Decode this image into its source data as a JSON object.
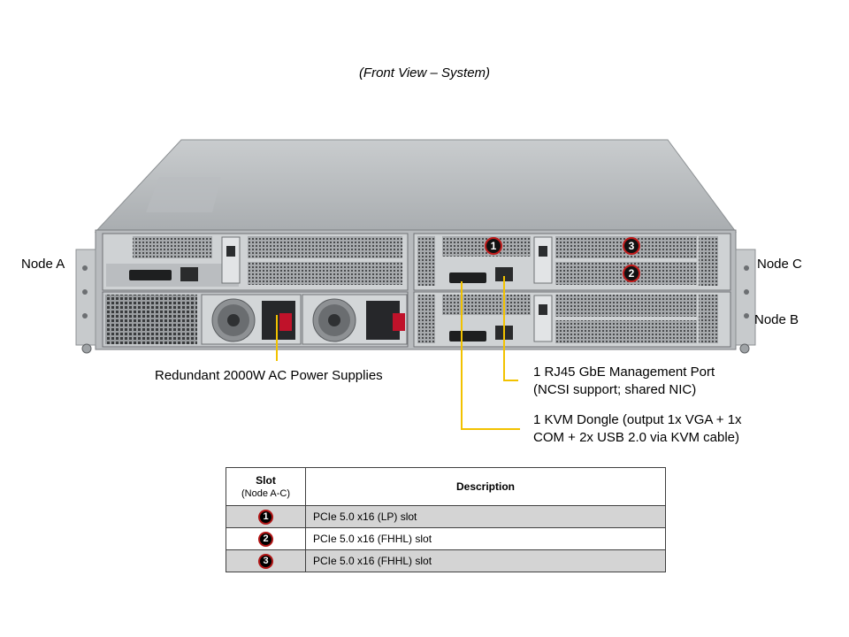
{
  "caption": "(Front View – System)",
  "nodes": {
    "a": "Node A",
    "b": "Node B",
    "c": "Node C"
  },
  "callouts": {
    "power_supplies": "Redundant  2000W AC Power Supplies",
    "rj45_line1": "1 RJ45 GbE Management Port",
    "rj45_line2": "(NCSI support; shared NIC)",
    "kvm_line1": "1 KVM Dongle (output 1x VGA + 1x",
    "kvm_line2": "COM + 2x USB 2.0 via KVM cable)"
  },
  "markers": [
    "1",
    "2",
    "3"
  ],
  "colors": {
    "leader_line": "#f2c200",
    "badge_ring": "#c01a1a",
    "table_shade": "#d4d4d4"
  },
  "table": {
    "header_slot": "Slot",
    "header_slot_sub": "(Node A-C)",
    "header_desc": "Description",
    "rows": [
      {
        "num": "1",
        "desc": "PCIe 5.0 x16 (LP) slot"
      },
      {
        "num": "2",
        "desc": "PCIe 5.0 x16 (FHHL)  slot"
      },
      {
        "num": "3",
        "desc": "PCIe 5.0 x16 (FHHL)  slot"
      }
    ]
  }
}
